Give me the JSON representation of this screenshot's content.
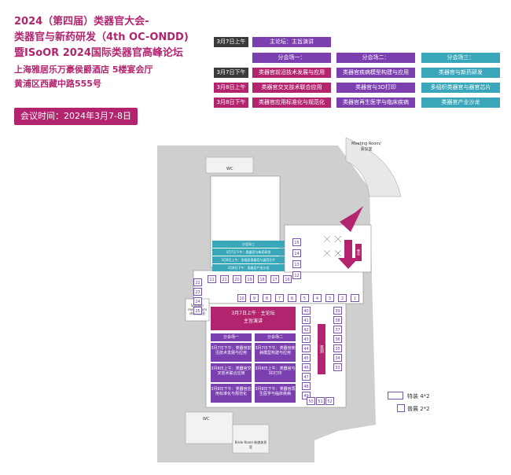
{
  "header": {
    "line1": "2024（第四届）类器官大会-",
    "line2": "类器官与新药研发（4th OC-ONDD)",
    "line3": "暨ISoOR 2024国际类器官高峰论坛",
    "venue1": "上海雅居乐万豪侯爵酒店 5楼宴会厅",
    "venue2": "黄浦区西藏中路555号",
    "date": "会议时间：2024年3月7-8日"
  },
  "schedule": {
    "plenary_time": "3月7日上午",
    "plenary_topic": "主论坛：主旨演讲",
    "sessions": [
      "分会场一：",
      "分会场二：",
      "分会场三："
    ],
    "rows": [
      {
        "time": "3月7日下午",
        "cells": [
          "类器官前沿技术发展与应用",
          "类器官疾病模型构建与应用",
          "类器官与新药研发"
        ]
      },
      {
        "time": "3月8日上午",
        "cells": [
          "类器官交叉技术联合应用",
          "类器官与3D打印",
          "多组织类器官与器官芯片"
        ]
      },
      {
        "time": "3月8日下午",
        "cells": [
          "类器官应用标准化与规范化",
          "类器官再生医学与临床疾病",
          "类器官产业沙龙"
        ]
      }
    ],
    "colors": {
      "dark": "#3a3a3a",
      "magenta": "#b3246f",
      "purple": "#7b3fb0",
      "teal": "#3aa6b9"
    }
  },
  "floorplan": {
    "wc_top": "WC",
    "meeting_room": "Meeting Room/会议室",
    "speaker_room": "Speaker ready Room 讲者准备室",
    "bride_room": "Bride Room 新娘休息室",
    "wc_bottom": "WC",
    "upper_hall_rows": [
      "分会场三",
      "3月7日下午：类器官与新药研发",
      "3月8日上午：多组织类器官与器官芯片",
      "3月8日下午：类器官产业沙龙"
    ],
    "main_hall_title": "3月7日上午 · 主论坛",
    "main_hall_sub": "主旨演讲",
    "hall_one": "分会场一",
    "hall_two": "分会场二",
    "hall_cells_left": [
      "3月7日下午：类器官前沿技术发展与应用",
      "3月8日上午：类器官交叉技术联合应用",
      "3月8日下午：类器官应用标准化与规范化"
    ],
    "hall_cells_right": [
      "3月7日下午：类器官疾病模型构建与应用",
      "3月8日上午：类器官与3D打印",
      "3月8日下午：类器官再生医学与临床疾病"
    ],
    "registration": "签到",
    "stage_label": "舞台",
    "booths_top_row": [
      "11",
      "21",
      "20",
      "19",
      "18",
      "17",
      "16"
    ],
    "booths_right_col": [
      "15",
      "14",
      "13",
      "12"
    ],
    "booths_mid_row": [
      "10",
      "9",
      "8",
      "7",
      "6",
      "5",
      "4",
      "3",
      "2",
      "1"
    ],
    "booths_right_stack_a": [
      "40",
      "41",
      "42",
      "43",
      "44",
      "45",
      "46",
      "47",
      "48",
      "49"
    ],
    "booths_right_stack_b": [
      "39",
      "38",
      "37",
      "36",
      "35",
      "34",
      "33"
    ],
    "booths_bottom": [
      "50",
      "51",
      "52"
    ],
    "booths_left_col": [
      "22",
      "23",
      "24",
      "25"
    ]
  },
  "legend": {
    "item1": "特装 4*2",
    "item2": "普展 2*2"
  }
}
